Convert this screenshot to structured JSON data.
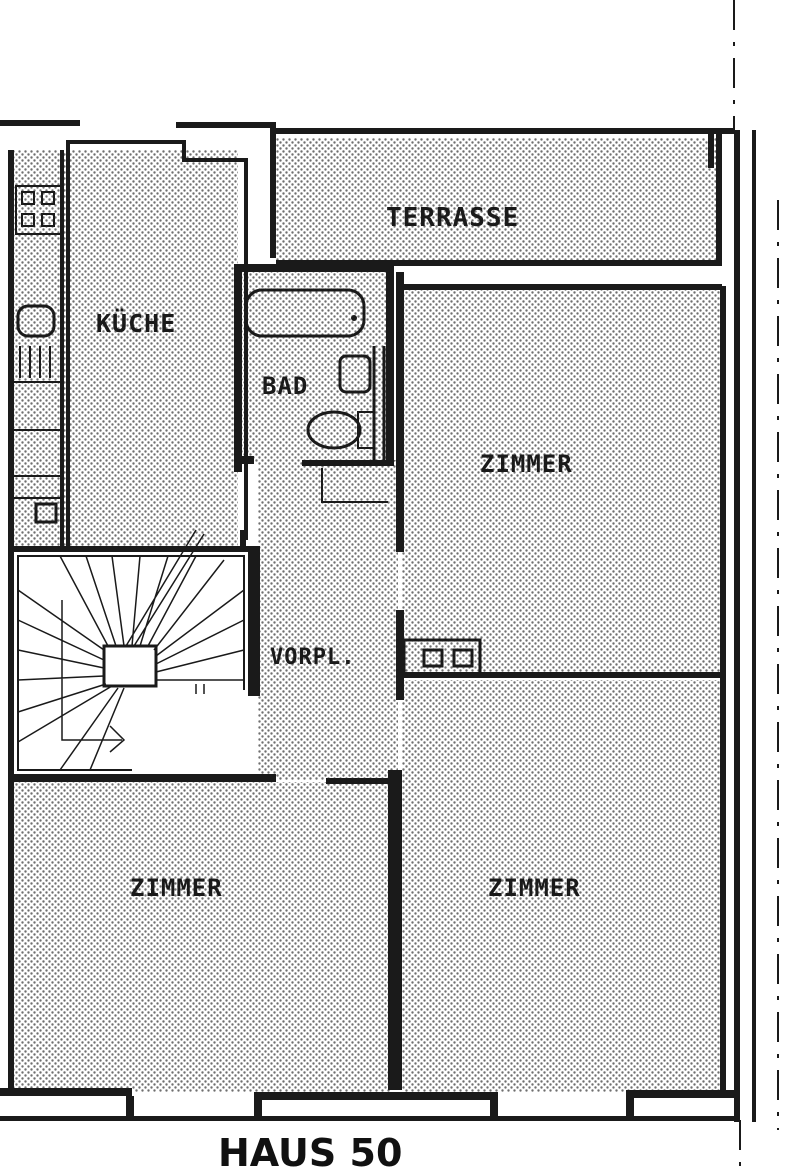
{
  "rooms": {
    "terrasse": "TERRASSE",
    "kueche": "KÜCHE",
    "bad": "BAD",
    "zimmer_east": "ZIMMER",
    "vorplatz": "VORPL.",
    "zimmer_southwest": "ZIMMER",
    "zimmer_southeast": "ZIMMER"
  },
  "caption": "HAUS 50",
  "colors": {
    "ink": "#1a1a1a",
    "paper": "#ffffff",
    "hatch": "#8a8a8a"
  }
}
